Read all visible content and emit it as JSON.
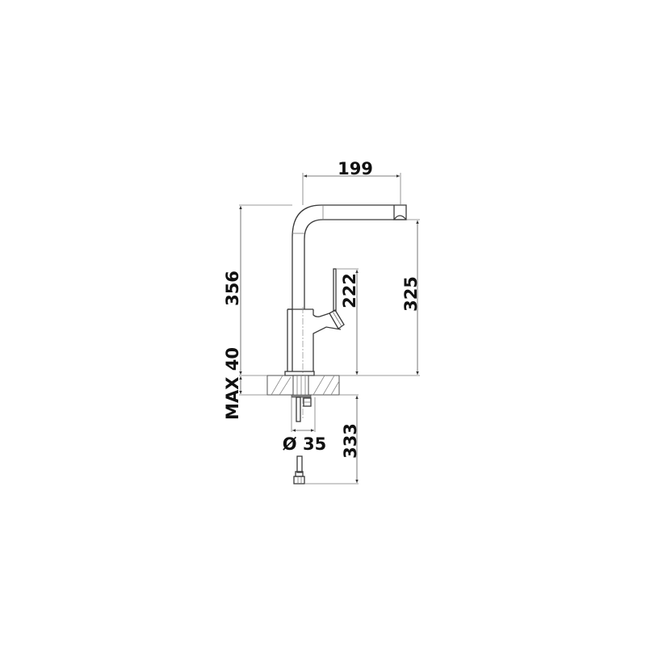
{
  "drawing": {
    "subject": "kitchen faucet side elevation",
    "units": "mm",
    "colors": {
      "line": "#3a3a3a",
      "dimension": "#555555",
      "background": "#ffffff"
    },
    "dimensions": {
      "spout_reach": "199",
      "total_height": "356",
      "lever_height": "222",
      "spout_outlet_height": "325",
      "max_countertop": "MAX 40",
      "hole_diameter": "Ø 35",
      "hose_length": "333"
    }
  }
}
